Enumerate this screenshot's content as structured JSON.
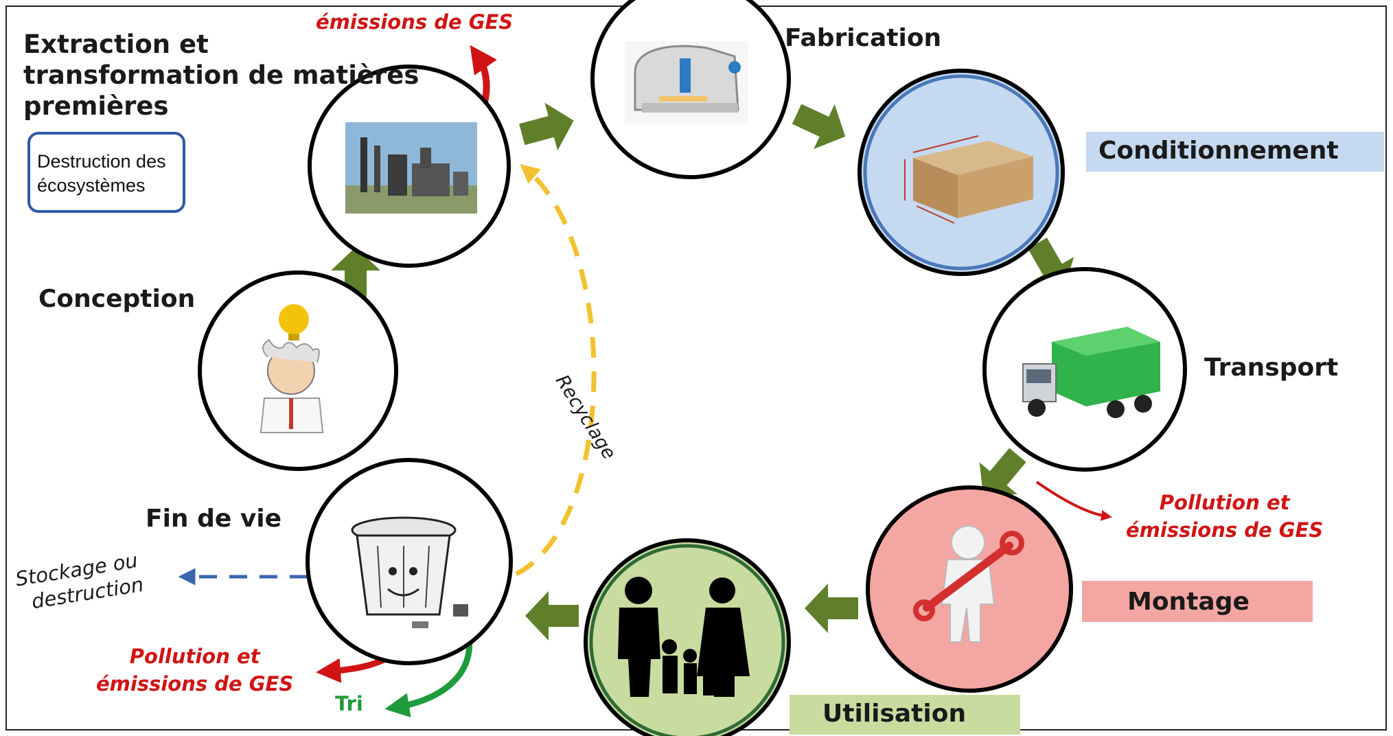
{
  "stages": {
    "extraction": "Extraction et transformation de matières premières",
    "extraction_lines": [
      "Extraction et",
      "transformation de matières",
      "premières"
    ],
    "fabrication": "Fabrication",
    "conditionnement": "Conditionnement",
    "transport": "Transport",
    "montage": "Montage",
    "utilisation": "Utilisation",
    "fin_de_vie": "Fin de vie",
    "conception": "Conception"
  },
  "notes": {
    "ges_top": "émissions de GES",
    "pollution_transport": [
      "Pollution et",
      "émissions de GES"
    ],
    "pollution_fin": [
      "Pollution et",
      "émissions de GES"
    ],
    "tri": "Tri",
    "stockage": [
      "Stockage ou",
      "destruction"
    ],
    "recyclage": "Recyclage",
    "destruction_ecosystemes": [
      "Destruction des",
      "écosystèmes"
    ]
  },
  "colors": {
    "arrow_green": "#5f7f2a",
    "recycle_dash": "#f2c12e",
    "emission_red": "#d01414",
    "tri_green": "#1e9b3a",
    "stockage_blue": "#3a66b0",
    "conditionnement_bg": "#c5d9f1",
    "montage_bg": "#f4a6a3",
    "utilisation_bg": "#c9dca0"
  },
  "icons": [
    "factory-icon",
    "3d-printer-icon",
    "cardboard-box-icon",
    "truck-icon",
    "mechanic-icon",
    "family-icon",
    "trash-can-icon",
    "scientist-icon"
  ]
}
